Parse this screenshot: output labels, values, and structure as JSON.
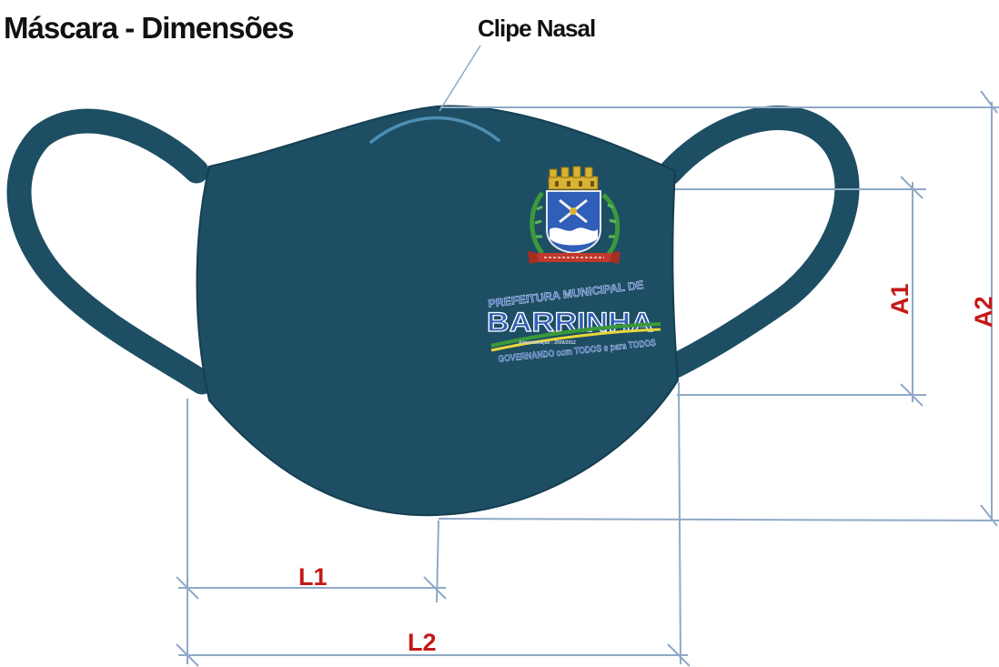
{
  "title": "Máscara - Dimensões",
  "callout": {
    "label": "Clipe Nasal"
  },
  "dimensions": {
    "l1": "L1",
    "l2": "L2",
    "a1": "A1",
    "a2": "A2"
  },
  "logo": {
    "arc_text": "PREFEITURA MUNICIPAL DE",
    "name": "BARRINHA",
    "tagline_small": "Administração - 2009/2012",
    "tagline": "GOVERNANDO com TODOS e para TODOS"
  },
  "colors": {
    "mask": "#1d4e63",
    "mask_edge": "#153f51",
    "clip": "#4d8fb3",
    "dimension_line": "#8fa9c7",
    "dimension_label": "#c41818",
    "title": "#111111",
    "logo_blue": "#2f5fb8",
    "logo_gold": "#d9b233",
    "logo_green": "#3a9a3a",
    "logo_yellow": "#e8d63a",
    "logo_red": "#c0392b"
  },
  "icons": {
    "coat_of_arms": "coat-of-arms-icon",
    "mural_crown": "mural-crown-icon"
  }
}
